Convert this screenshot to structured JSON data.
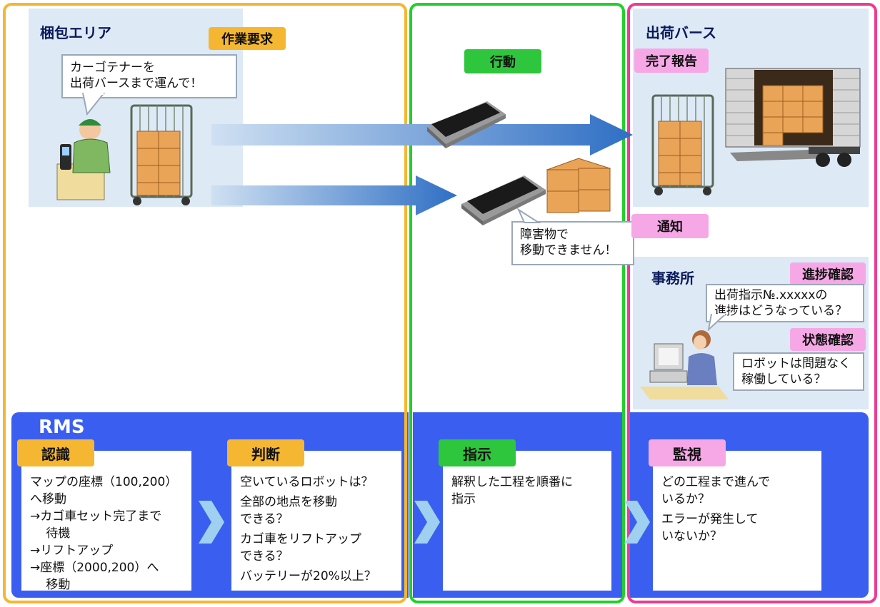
{
  "packing": {
    "title": "梱包エリア",
    "tag": "作業要求",
    "bubble": "カーゴテナーを\n出荷バースまで運んで！"
  },
  "action": {
    "tag": "行動",
    "bubble": "障害物で\n移動できません！"
  },
  "shipping": {
    "title": "出荷バース",
    "tag": "完了報告"
  },
  "notice": {
    "tag": "通知"
  },
  "office": {
    "title": "事務所",
    "progress_tag": "進捗確認",
    "progress_bubble": "出荷指示№.xxxxxの\n進捗はどうなっている？",
    "status_tag": "状態確認",
    "status_bubble": "ロボットは問題なく\n稼働している？"
  },
  "rms": {
    "title": "RMS",
    "recognize": {
      "tag": "認識",
      "lines": [
        "マップの座標（100,200）\nへ移動\n→カゴ車セット完了まで\n　 待機\n→リフトアップ\n→座標（2000,200）へ\n　 移動"
      ]
    },
    "judge": {
      "tag": "判断",
      "lines": [
        "空いているロボットは？",
        "全部の地点を移動\nできる？",
        "カゴ車をリフトアップ\nできる？",
        "バッテリーが20%以上？"
      ]
    },
    "instruct": {
      "tag": "指示",
      "lines": [
        "解釈した工程を順番に\n指示"
      ]
    },
    "monitor": {
      "tag": "監視",
      "lines": [
        "どの工程まで進んで\nいるか？",
        "エラーが発生して\nいないか？"
      ]
    }
  },
  "colors": {
    "frame_orange": "#f5b731",
    "frame_green": "#22d02a",
    "frame_pink": "#ec3b93",
    "rms_blue": "#3a5ff0",
    "panel": "#dde9f5"
  }
}
